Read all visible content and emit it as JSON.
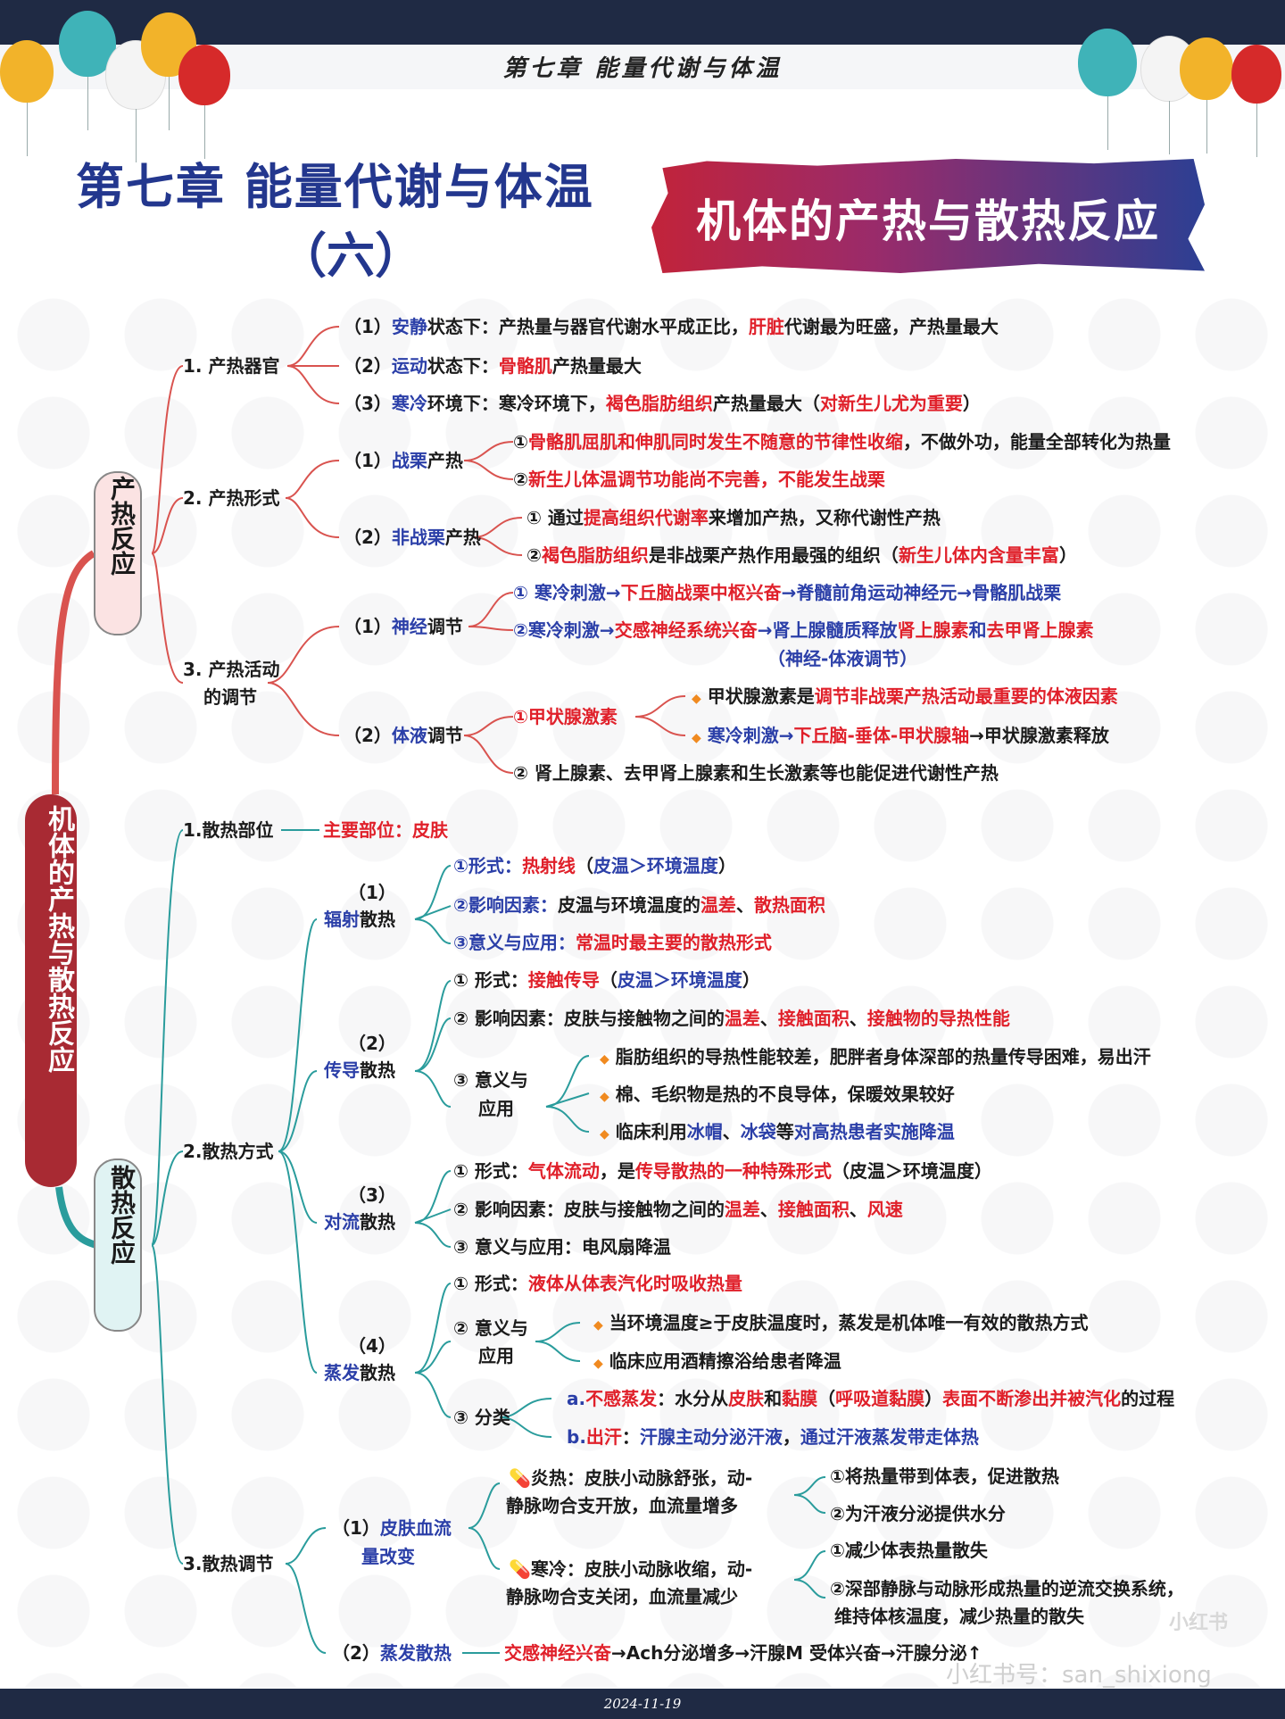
{
  "header": {
    "title": "第七章 能量代谢与体温",
    "date": "2024-11-19"
  },
  "title": {
    "main": "第七章  能量代谢与体温",
    "sub": "（六）",
    "banner": "机体的产热与散热反应"
  },
  "root": {
    "label": "机体的产热与散热反应"
  },
  "heat_production": {
    "label": "产热反应",
    "organs": {
      "label": "1. 产热器官",
      "items": [
        [
          "（1）",
          "安静",
          "状态下：产热量与器官代谢水平成正比，",
          "肝脏",
          "代谢最为旺盛，产热量最大"
        ],
        [
          "（2）",
          "运动",
          "状态下：",
          "骨骼肌",
          "产热量最大"
        ],
        [
          "（3）",
          "寒冷",
          "环境下：寒冷环境下，",
          "褐色脂肪组织",
          "产热量最大（",
          "对新生儿尤为重要",
          "）"
        ]
      ]
    },
    "forms": {
      "label": "2. 产热形式",
      "shiver": {
        "label_no": "（1）",
        "label_key": "战栗",
        "label_rest": "产热",
        "items": [
          [
            "①",
            "骨骼肌屈肌和伸肌同时发生不随意的节律性收缩",
            "，不做外功，能量全部转化为热量"
          ],
          [
            "②",
            "新生儿体温调节功能尚不完善，不能发生战栗"
          ]
        ]
      },
      "nonshiver": {
        "label_no": "（2）",
        "label_key": "非战栗",
        "label_rest": "产热",
        "items": [
          [
            "① 通过",
            "提高组织代谢率",
            "来增加产热，又称代谢性产热"
          ],
          [
            "②",
            "褐色脂肪组织",
            "是非战栗产热作用最强的组织（",
            "新生儿体内含量丰富",
            "）"
          ]
        ]
      }
    },
    "regulation": {
      "label_1": "3. 产热活动",
      "label_2": "的调节",
      "neural": {
        "label_no": "（1）",
        "label_key": "神经",
        "label_rest": "调节",
        "items": [
          [
            "① 寒冷刺激→",
            "下丘脑战栗中枢兴奋",
            "→脊髓前角运动神经元→骨骼肌战栗"
          ],
          [
            "②寒冷刺激→",
            "交感神经系统兴奋",
            "→肾上腺髓质释放",
            "肾上腺素",
            "和",
            "去甲肾上腺素"
          ]
        ],
        "note": "（神经-体液调节）"
      },
      "humoral": {
        "label_no": "（2）",
        "label_key": "体液",
        "label_rest": "调节",
        "thyroid": "①甲状腺激素",
        "thyroid_items": [
          [
            "甲状腺激素是",
            "调节非战栗产热活动最重要的体液因素"
          ],
          [
            "寒冷刺激→",
            "下丘脑-垂体-甲状腺轴",
            "→甲状腺激素释放"
          ]
        ],
        "other": "② 肾上腺素、去甲肾上腺素和生长激素等也能促进代谢性产热"
      }
    }
  },
  "heat_loss": {
    "label": "散热反应",
    "site": {
      "label": "1.散热部位",
      "value": "主要部位：皮肤"
    },
    "methods": {
      "label": "2.散热方式",
      "radiation": {
        "no": "（1）",
        "key": "辐射",
        "rest": "散热",
        "items": [
          [
            "①形式：",
            "热射线",
            "（",
            "皮温＞环境温度",
            "）"
          ],
          [
            "②影响因素：",
            "皮温与环境温度的",
            "温差",
            "、",
            "散热面积"
          ],
          [
            "③意义与应用：",
            "常温时最主要的散热形式"
          ]
        ]
      },
      "conduction": {
        "no": "（2）",
        "key": "传导",
        "rest": "散热",
        "items": [
          [
            "① 形式：",
            "接触传导",
            "（",
            "皮温＞环境温度",
            "）"
          ],
          [
            "② 影响因素：皮肤与接触物之间的",
            "温差",
            "、",
            "接触面积",
            "、",
            "接触物的导热性能"
          ]
        ],
        "meaning_1": "③ 意义与",
        "meaning_2": "应用",
        "meaning_items": [
          [
            "脂肪组织的导热性能较差，肥胖者身体深部的热量传导困难，易出汗"
          ],
          [
            "棉、毛织物是热的不良导体，保暖效果较好"
          ],
          [
            "临床利用",
            "冰帽",
            "、",
            "冰袋",
            "等",
            "对高热患者实施降温"
          ]
        ]
      },
      "convection": {
        "no": "（3）",
        "key": "对流",
        "rest": "散热",
        "items": [
          [
            "① 形式：",
            "气体流动",
            "，是",
            "传导散热的一种特殊形式",
            "（皮温＞环境温度）"
          ],
          [
            "② 影响因素：皮肤与接触物之间的",
            "温差",
            "、",
            "接触面积",
            "、",
            "风速"
          ],
          [
            "③ 意义与应用：电风扇降温"
          ]
        ]
      },
      "evaporation": {
        "no": "（4）",
        "key": "蒸发",
        "rest": "散热",
        "form": [
          "① 形式：",
          "液体从体表汽化时吸收热量"
        ],
        "meaning_1": "② 意义与",
        "meaning_2": "应用",
        "meaning_items": [
          "当环境温度≥于皮肤温度时，蒸发是机体唯一有效的散热方式",
          "临床应用酒精擦浴给患者降温"
        ],
        "classify": "③ 分类",
        "classify_items": [
          [
            "a.",
            "不感蒸发",
            "：水分从",
            "皮肤",
            "和",
            "黏膜",
            "（",
            "呼吸道黏膜",
            "）",
            "表面不断渗出并被汽化",
            "的过程"
          ],
          [
            "b.",
            "出汗",
            "：",
            "汗腺主动分泌汗液",
            "，",
            "通过汗液蒸发带走体热"
          ]
        ]
      }
    },
    "regulation": {
      "label": "3.散热调节",
      "blood_flow": {
        "no": "（1）",
        "key1": "皮肤血流",
        "key2": "量改变",
        "hot_1": "炎热：皮肤小动脉舒张，动-",
        "hot_2": "静脉吻合支开放，血流量增多",
        "hot_items": [
          "①将热量带到体表，促进散热",
          "②为汗液分泌提供水分"
        ],
        "cold_1": "寒冷：皮肤小动脉收缩，动-",
        "cold_2": "静脉吻合支关闭，血流量减少",
        "cold_items": [
          "①减少体表热量散失",
          "②深部静脉与动脉形成热量的逆流交换系统，",
          "维持体核温度，减少热量的散失"
        ]
      },
      "sweat": {
        "no": "（2）",
        "key": "蒸发散热",
        "chain_red": "交感神经兴奋",
        "chain_rest": "→Ach分泌增多→汗腺M 受体兴奋→汗腺分泌↑"
      }
    }
  },
  "watermark": {
    "text": "小红书号：san_shixiong",
    "logo": "小红书"
  },
  "colors": {
    "accent_blue": "#2b3fa8",
    "accent_red": "#e0202a",
    "root_red": "#a82a33",
    "teal": "#2a9c9c"
  }
}
